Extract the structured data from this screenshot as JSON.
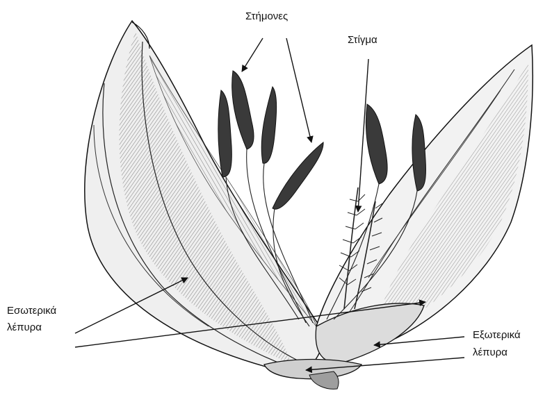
{
  "labels": {
    "stamens": "Στήμονες",
    "stigma": "Στίγμα",
    "inner_line1": "Εσωτερικά",
    "inner_line2": "λέπυρα",
    "outer_line1": "Εξωτερικά",
    "outer_line2": "λέπυρα"
  },
  "colors": {
    "ink": "#111111",
    "fill_light": "#f2f2f2",
    "fill_mid": "#bdbdbd",
    "fill_dark": "#3a3a3a"
  }
}
